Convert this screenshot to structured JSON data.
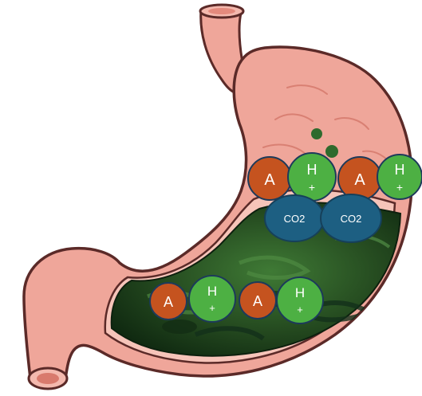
{
  "colors": {
    "background": "#ffffff",
    "stomach_fill": "#efa69a",
    "stomach_outline": "#5b2a28",
    "stomach_inner": "#f4b9ae",
    "fold_lines": "#d98073",
    "acid_dark": "#173a18",
    "acid_mid": "#2c5a25",
    "acid_light": "#3f7a35",
    "anion_fill": "#c5531f",
    "proton_fill": "#4db043",
    "co2_fill": "#1d5f82",
    "circle_stroke": "#1d3a5a",
    "label_text": "#ffffff",
    "bubble_fill": "#2f6a2d"
  },
  "molecules": {
    "upper": [
      {
        "kind": "anion",
        "label": "A"
      },
      {
        "kind": "proton",
        "label": "H",
        "sign": "+"
      },
      {
        "kind": "anion",
        "label": "A"
      },
      {
        "kind": "proton",
        "label": "H",
        "sign": "+"
      }
    ],
    "co2": [
      {
        "label": "CO2"
      },
      {
        "label": "CO2"
      }
    ],
    "lower": [
      {
        "kind": "anion",
        "label": "A"
      },
      {
        "kind": "proton",
        "label": "H",
        "sign": "+"
      },
      {
        "kind": "anion",
        "label": "A"
      },
      {
        "kind": "proton",
        "label": "H",
        "sign": "+"
      }
    ]
  }
}
